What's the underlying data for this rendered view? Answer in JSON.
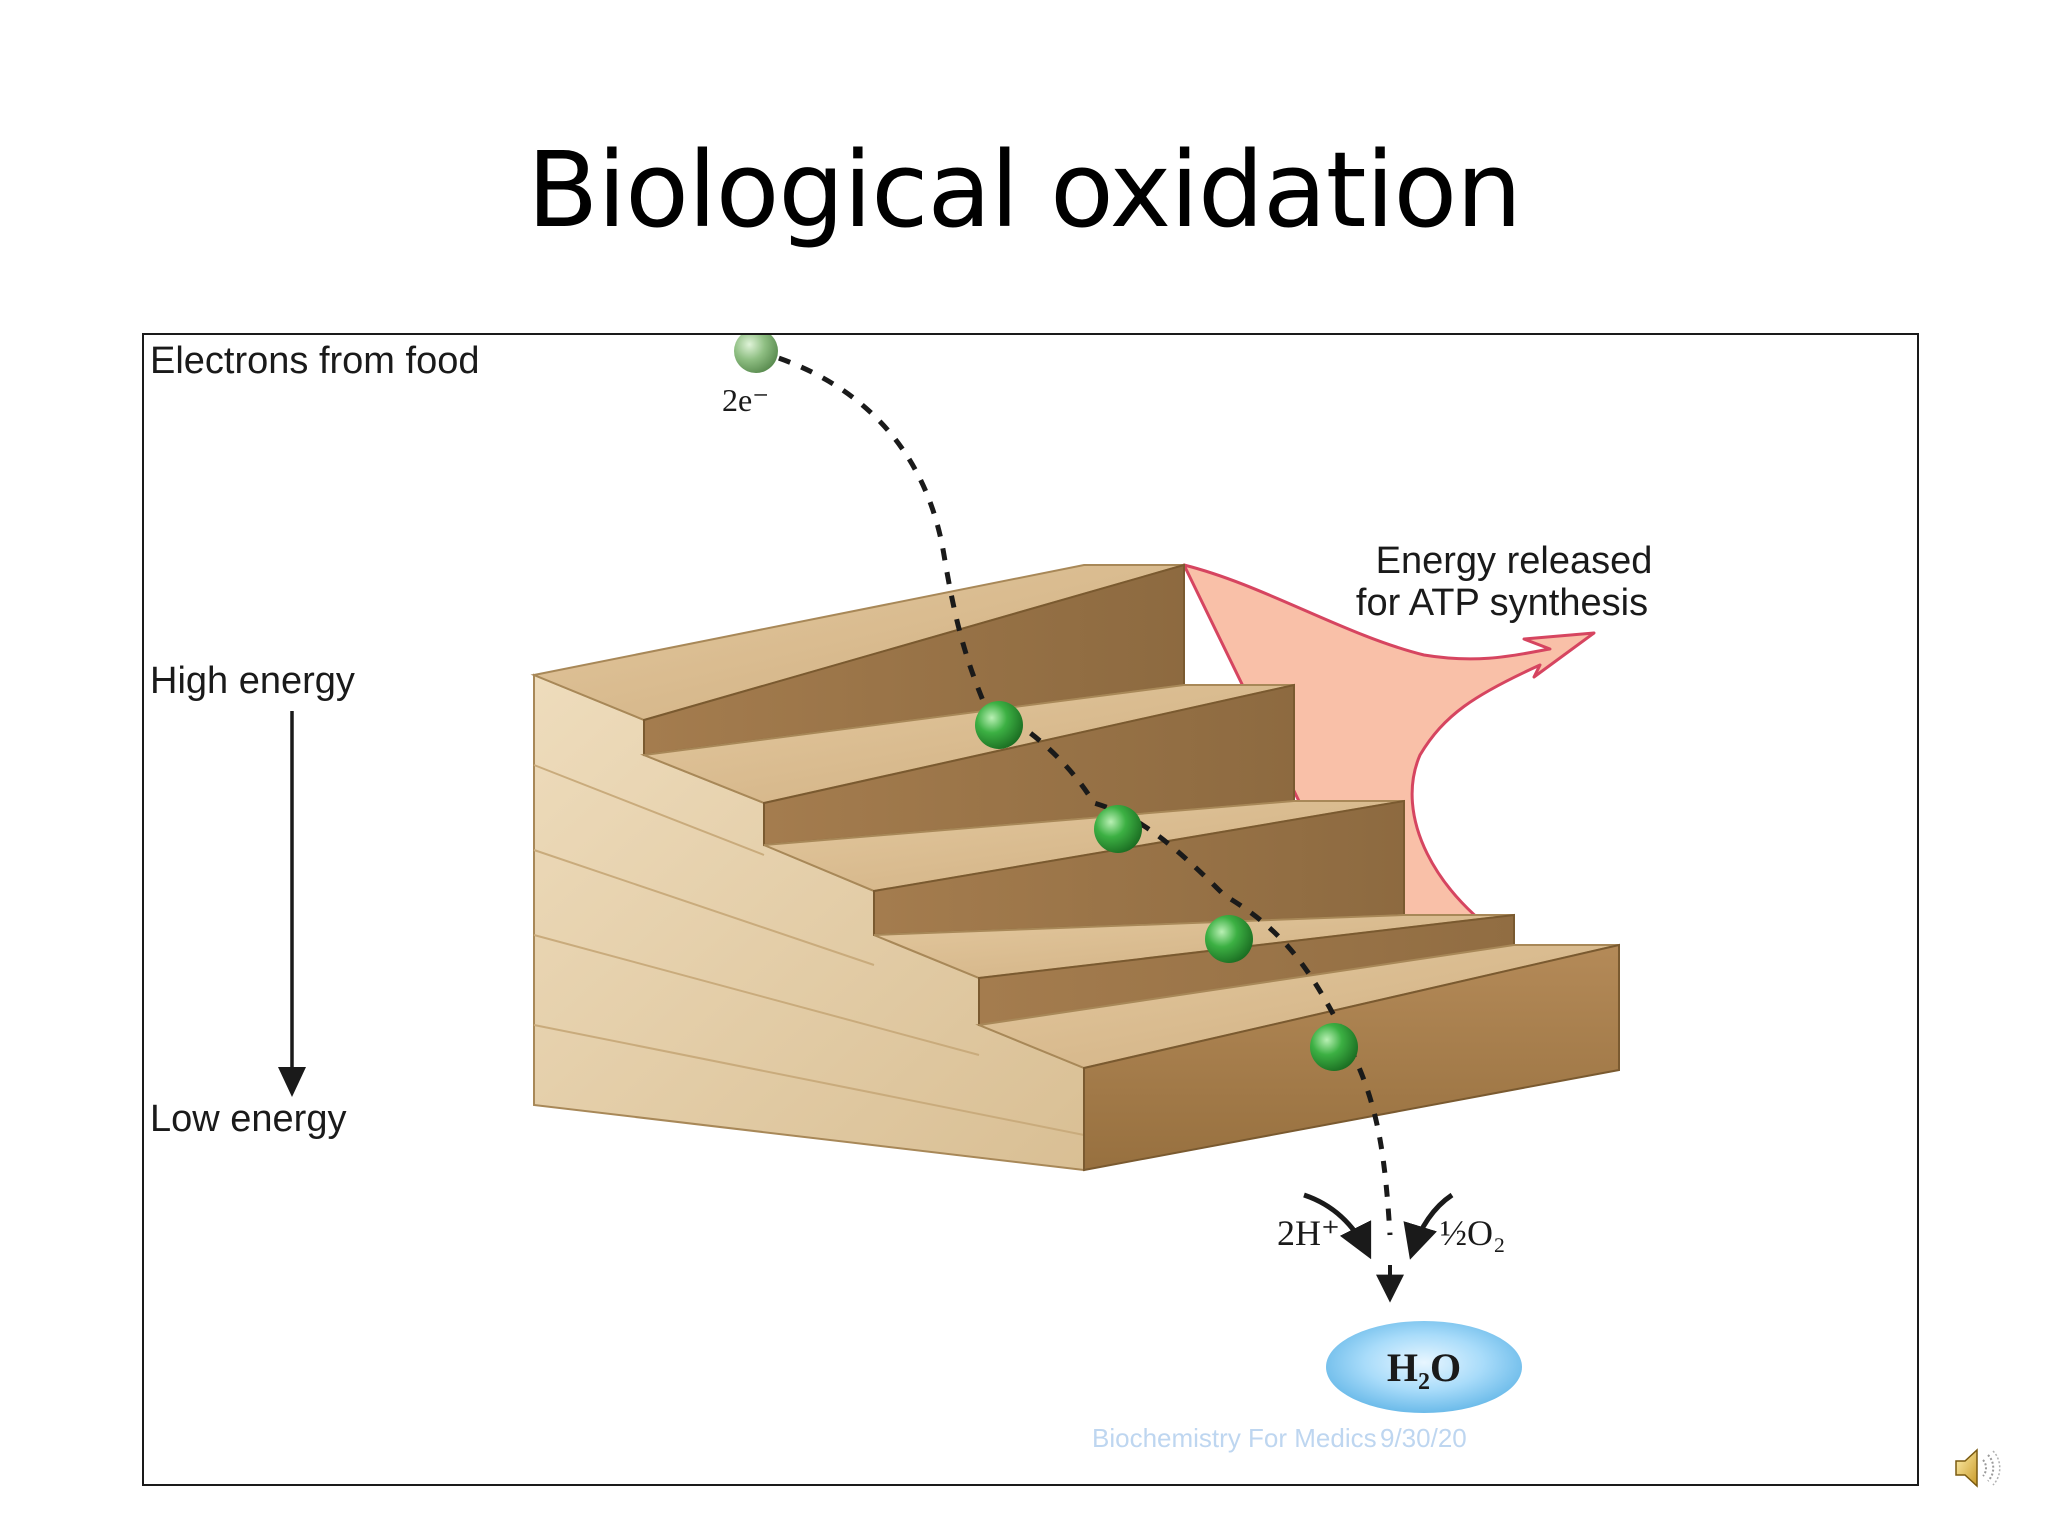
{
  "slide": {
    "title": "Biological oxidation"
  },
  "diagram": {
    "left_labels": {
      "electrons_from_food": "Electrons from food",
      "high_energy": "High energy",
      "low_energy": "Low energy"
    },
    "electron_label": "2e⁻",
    "energy_label": {
      "line1": "Energy released",
      "line2": "for ATP synthesis"
    },
    "reactants": {
      "protons": "2H⁺",
      "oxygen": "½O₂"
    },
    "product": "H₂O",
    "watermark": {
      "source": "Biochemistry For Medics",
      "date": "9/30/20"
    },
    "colors": {
      "electron_ball": "#3cb043",
      "energy_arrow": "#f9c0a8",
      "energy_arrow_outline": "#d64560",
      "step_top": "#d8b88c",
      "step_riser": "#b28a5a",
      "step_side": "#e8d4b0",
      "water_blob": "#7cc4ee"
    },
    "icons": {
      "audio": "speaker-icon",
      "electron": "green-sphere"
    }
  }
}
